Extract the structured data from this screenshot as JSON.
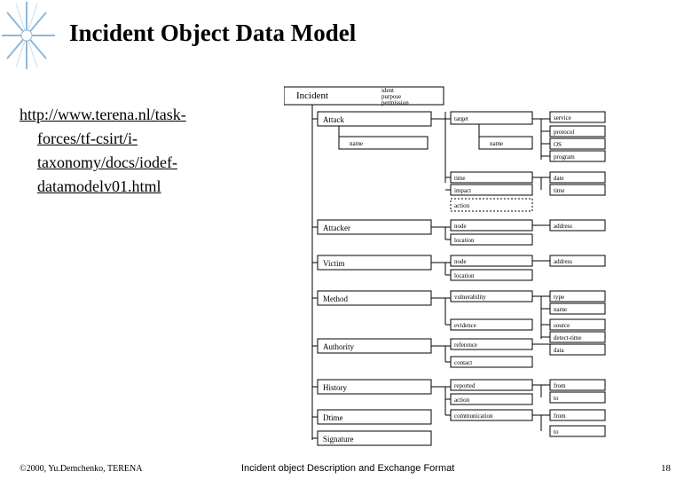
{
  "slide": {
    "title": "Incident Object Data Model",
    "url_lines": [
      "http://www.terena.nl/task-",
      "forces/tf-csirt/i-",
      "taxonomy/docs/iodef-",
      "datamodelv01.html"
    ]
  },
  "diagram": {
    "root": "Incident",
    "root_attrs": [
      "ident",
      "purpose",
      "permission"
    ],
    "classes": [
      "Attack",
      "Attacker",
      "Victim",
      "Method",
      "Authority",
      "History",
      "Dtime",
      "Signature"
    ],
    "attack": {
      "name_left": "name",
      "name_right": "name",
      "target": "target",
      "target_items": [
        "service",
        "protocol",
        "OS",
        "program"
      ],
      "time": "time",
      "time_items": [
        "date",
        "time"
      ],
      "impact": "impact",
      "action": "action"
    },
    "attacker": {
      "node": "node",
      "location": "location",
      "address": "address"
    },
    "victim": {
      "node": "node",
      "location": "location",
      "address": "address"
    },
    "method": {
      "vulnerability": "vulnerability",
      "type": "type",
      "name": "name",
      "evidence": "evidence",
      "source": "source",
      "detect_time": "detect-time"
    },
    "authority": {
      "reference": "reference",
      "data": "data",
      "contact": "contact"
    },
    "history": {
      "reported": "reported",
      "action": "action",
      "communication": "communication",
      "from": "from",
      "to": "to"
    },
    "dtime": {
      "from": "from",
      "to": "to"
    }
  },
  "footer": {
    "left": "©2000, Yu.Demchenko, TERENA",
    "middle": "Incident object Description and Exchange Format",
    "page": "18"
  }
}
